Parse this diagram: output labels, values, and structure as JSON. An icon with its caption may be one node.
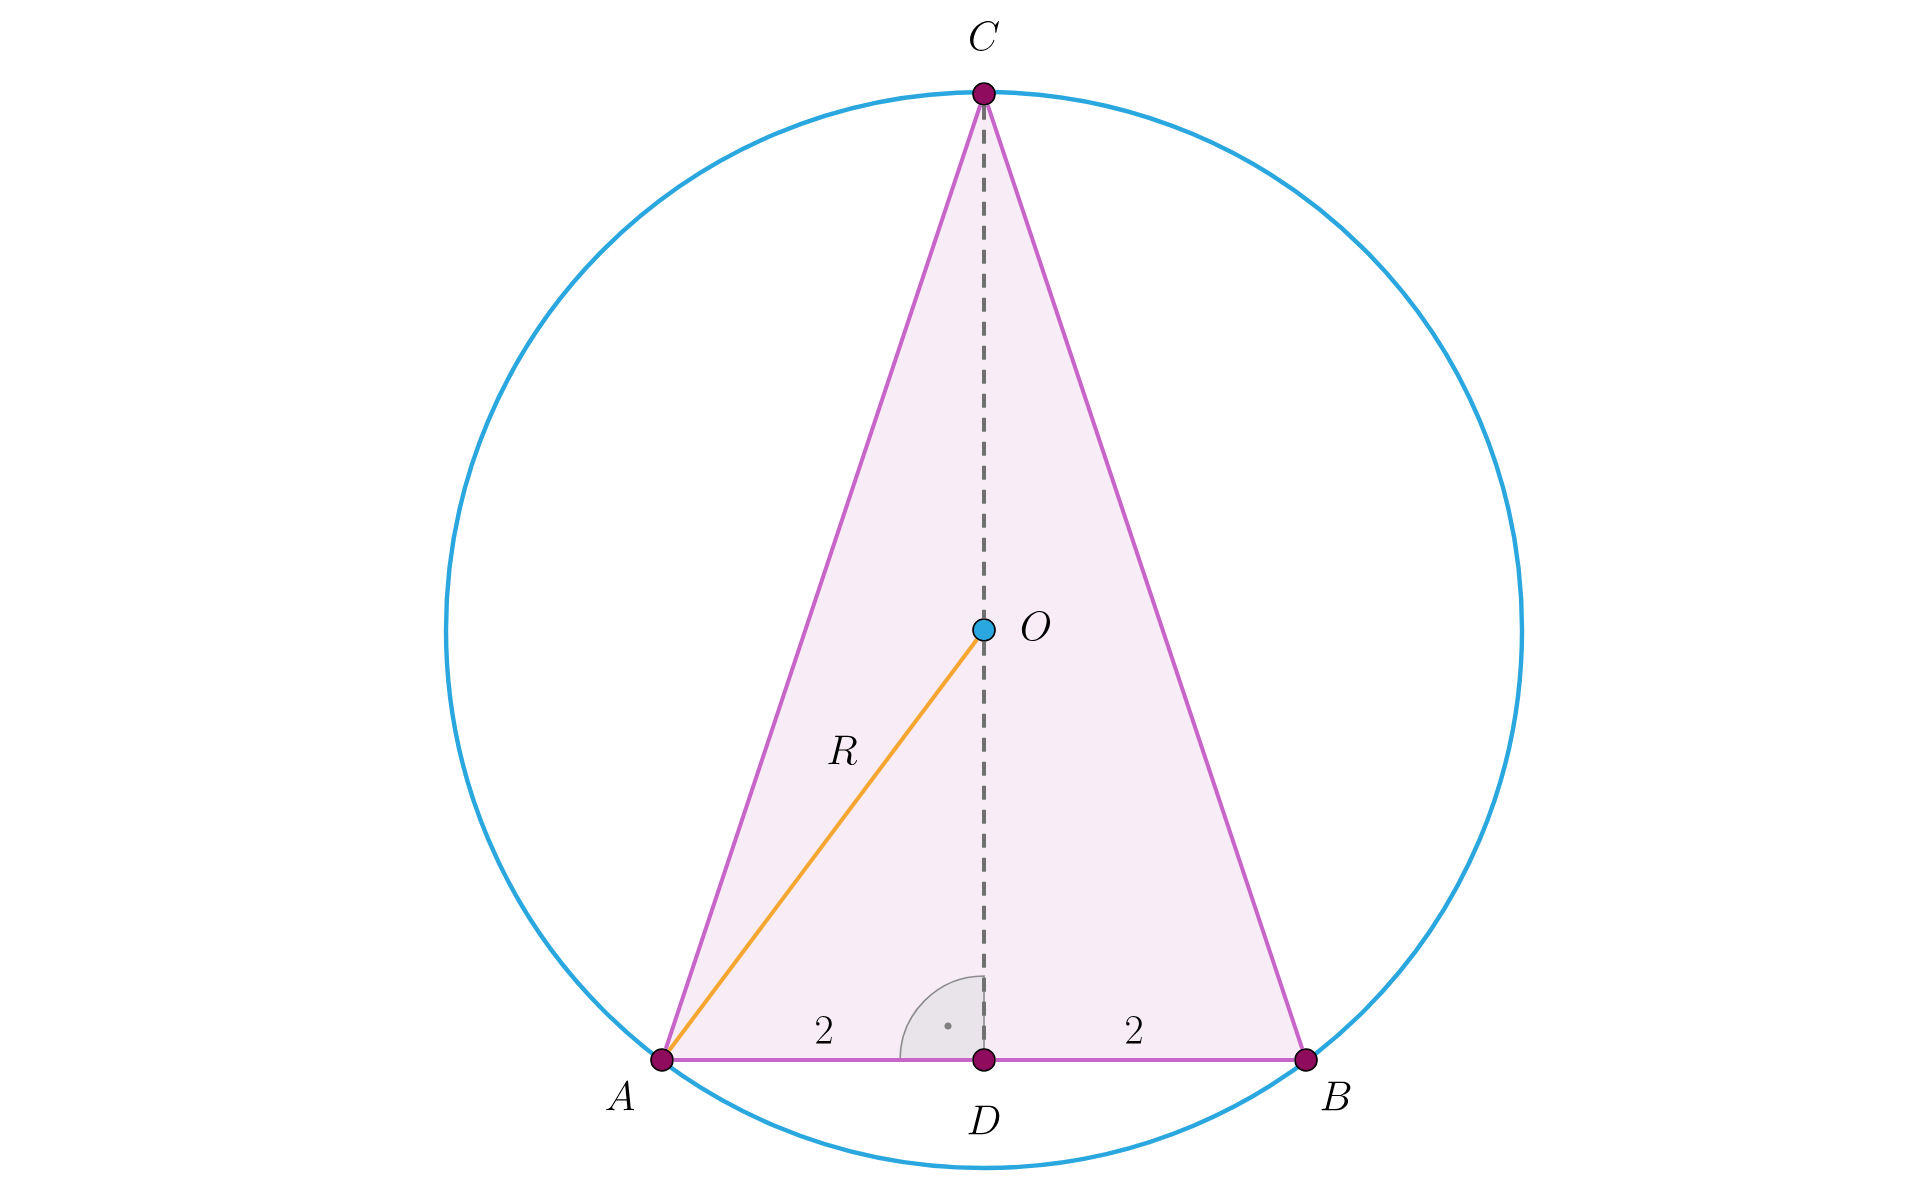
{
  "diagram": {
    "nodes": [
      {
        "text": [
          "A"
        ]
      },
      {
        "text": [
          "B"
        ]
      },
      {
        "text": [
          "C"
        ]
      },
      {
        "text": [
          "D"
        ]
      },
      {
        "text": [
          "O"
        ]
      }
    ],
    "edges": [
      {
        "from": 0,
        "to": 3,
        "arrow": "none",
        "label": "2"
      },
      {
        "from": 3,
        "to": 1,
        "arrow": "none",
        "label": "2"
      },
      {
        "from": 1,
        "to": 2,
        "arrow": "none"
      },
      {
        "from": 2,
        "to": 0,
        "arrow": "none"
      },
      {
        "from": 2,
        "to": 4,
        "arrow": "none",
        "style": "dashed",
        "color": "#707070"
      },
      {
        "from": 4,
        "to": 3,
        "arrow": "none",
        "style": "dashed",
        "color": "#707070"
      },
      {
        "from": 4,
        "to": 0,
        "arrow": "none",
        "label": "R",
        "color": "#f5a631"
      }
    ]
  }
}
